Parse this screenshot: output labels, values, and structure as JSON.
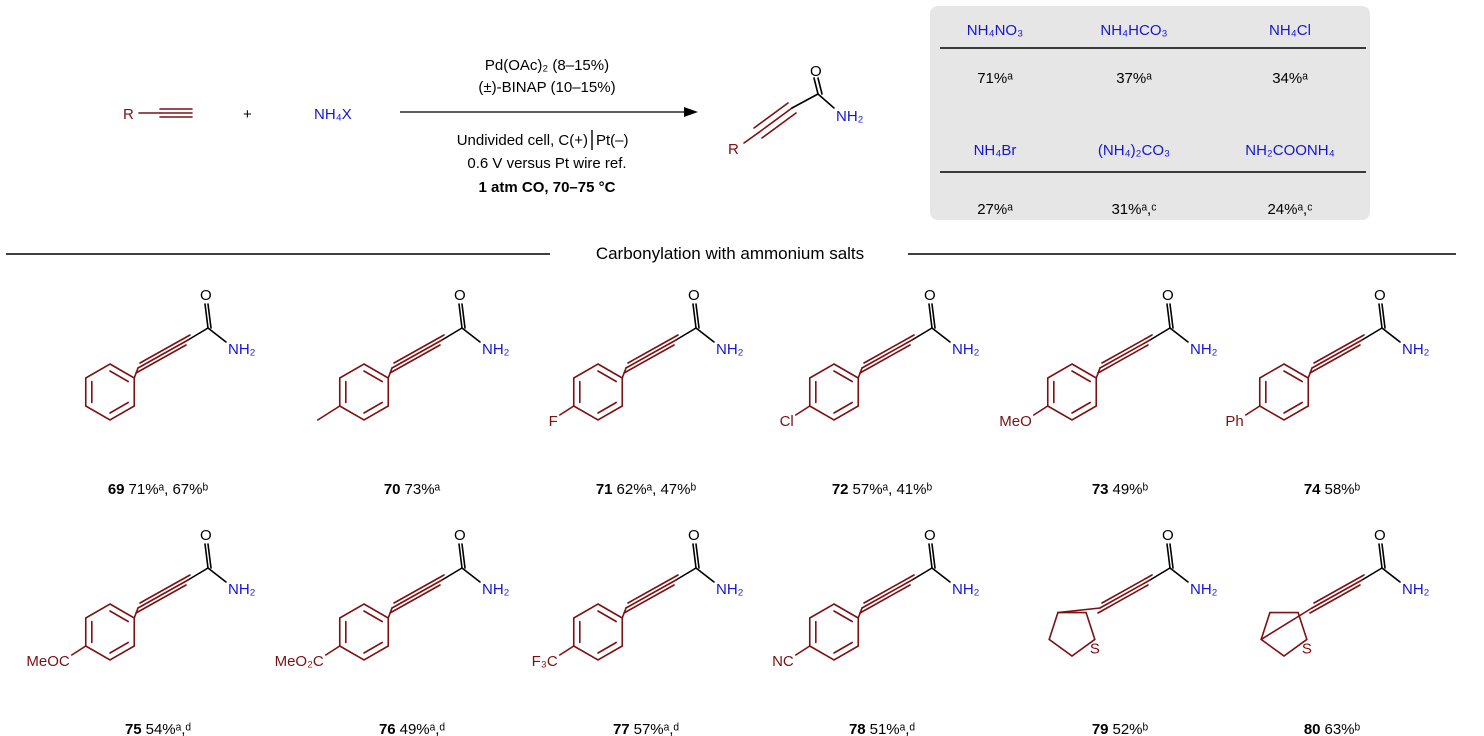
{
  "reaction": {
    "reactant_r": "R",
    "plus": "+",
    "reagent": "NH₄X",
    "conditions_top": [
      "Pd(OAc)₂ (8–15%)",
      "(±)-BINAP (10–15%)"
    ],
    "conditions_bottom": [
      "Undivided cell, C(+)",
      "Pt(–)",
      "0.6 V versus Pt wire ref.",
      "1 atm CO, 70–75 °C"
    ],
    "product": {
      "o": "O",
      "nh2": "NH₂",
      "r": "R"
    }
  },
  "salt_table": {
    "rows": [
      {
        "salts": [
          "NH₄NO₃",
          "NH₄HCO₃",
          "NH₄Cl"
        ],
        "yields": [
          "71%ᵃ",
          "37%ᵃ",
          "34%ᵃ"
        ]
      },
      {
        "salts": [
          "NH₄Br",
          "(NH₄)₂CO₃",
          "NH₂COONH₄"
        ],
        "yields": [
          "27%ᵃ",
          "31%ᵃ,ᶜ",
          "24%ᵃ,ᶜ"
        ]
      }
    ]
  },
  "section_title": "Carbonylation with ammonium salts",
  "compounds": [
    {
      "id": "69",
      "yield": "71%ᵃ, 67%ᵇ",
      "sub": "",
      "ring": "phenyl"
    },
    {
      "id": "70",
      "yield": "73%ᵃ",
      "sub": "",
      "ring": "tolyl"
    },
    {
      "id": "71",
      "yield": "62%ᵃ, 47%ᵇ",
      "sub": "F",
      "ring": "aryl"
    },
    {
      "id": "72",
      "yield": "57%ᵃ, 41%ᵇ",
      "sub": "Cl",
      "ring": "aryl"
    },
    {
      "id": "73",
      "yield": "49%ᵇ",
      "sub": "MeO",
      "ring": "aryl"
    },
    {
      "id": "74",
      "yield": "58%ᵇ",
      "sub": "Ph",
      "ring": "aryl"
    },
    {
      "id": "75",
      "yield": "54%ᵃ,ᵈ",
      "sub": "MeOC",
      "ring": "aryl"
    },
    {
      "id": "76",
      "yield": "49%ᵃ,ᵈ",
      "sub": "MeO₂C",
      "ring": "aryl"
    },
    {
      "id": "77",
      "yield": "57%ᵃ,ᵈ",
      "sub": "F₃C",
      "ring": "aryl"
    },
    {
      "id": "78",
      "yield": "51%ᵃ,ᵈ",
      "sub": "NC",
      "ring": "aryl"
    },
    {
      "id": "79",
      "yield": "52%ᵇ",
      "sub": "S",
      "ring": "thien2"
    },
    {
      "id": "80",
      "yield": "63%ᵇ",
      "sub": "S",
      "ring": "thien3"
    }
  ],
  "labels": {
    "o": "O",
    "nh2": "NH₂"
  },
  "colors": {
    "substrate": "#7b1113",
    "nitrogen": "#1515d6",
    "table_bg": "#e6e6e6"
  }
}
